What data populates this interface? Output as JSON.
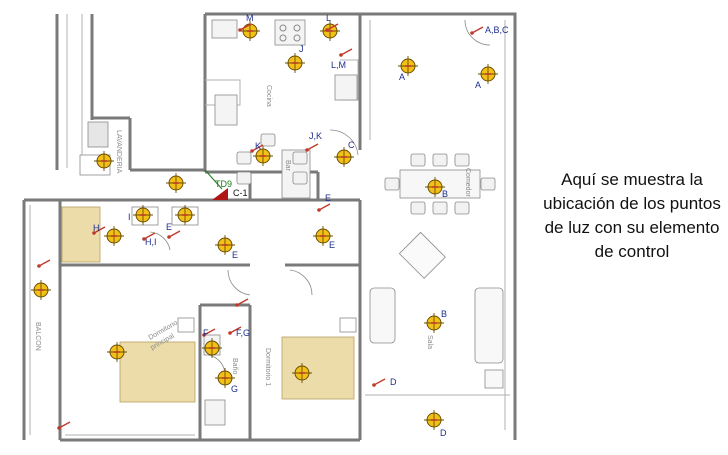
{
  "caption": "Aquí se muestra la ubicación de los puntos de luz con su elemento de control",
  "labels": {
    "m": "M",
    "l": "L",
    "abc": "A,B,C",
    "j": "J",
    "lm": "L,M",
    "a1": "A",
    "a2": "A",
    "jk": "J,K",
    "k": "K",
    "c": "C",
    "b1": "B",
    "e1": "E",
    "td9": "TD9",
    "c1": "C-1",
    "h": "H",
    "i": "I",
    "e2": "E",
    "hi": "H,I",
    "e3": "E",
    "e4": "E",
    "fg": "F,G",
    "f": "F",
    "b2": "B",
    "g": "G",
    "d1": "D",
    "d2": "D"
  },
  "rooms": {
    "cocina": "Cocina",
    "lavanderia": "LAVANDERIA",
    "comedor": "Comedor",
    "sala": "Sala",
    "balcon": "BALCON",
    "dorm_principal_1": "Dormitorio",
    "dorm_principal_2": "principal",
    "dormitorio1": "Dormitorio 1",
    "bano": "Baño",
    "bar": "Bar"
  },
  "colors": {
    "wall": "#7a7a7a",
    "lamp_fill": "#f2c018",
    "lamp_stroke": "#6b4e00",
    "switch": "#c0392b",
    "label": "#1d2f8c",
    "floor": "#ecdcaa",
    "board": "#b01414"
  }
}
